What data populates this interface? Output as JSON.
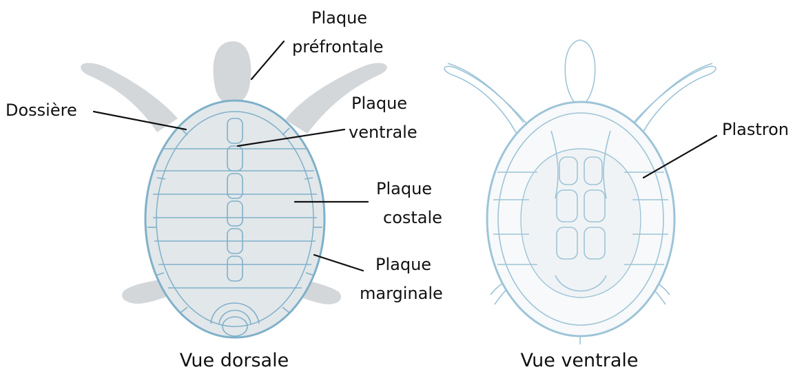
{
  "colors": {
    "limb_fill": "#d3d7da",
    "shell_fill": "#e2e7ea",
    "scute_line": "#7fb0c9",
    "bone_line": "#9dc4d8",
    "plastron_fill": "#f0f3f5",
    "text": "#111111"
  },
  "labels": {
    "prefrontal_line1": "Plaque",
    "prefrontal_line2": "préfrontale",
    "dossiere": "Dossière",
    "ventral_line1": "Plaque",
    "ventral_line2": "ventrale",
    "costal_line1": "Plaque",
    "costal_line2": "costale",
    "marginal_line1": "Plaque",
    "marginal_line2": "marginale",
    "plastron": "Plastron"
  },
  "captions": {
    "dorsal": "Vue dorsale",
    "ventral": "Vue ventrale"
  }
}
